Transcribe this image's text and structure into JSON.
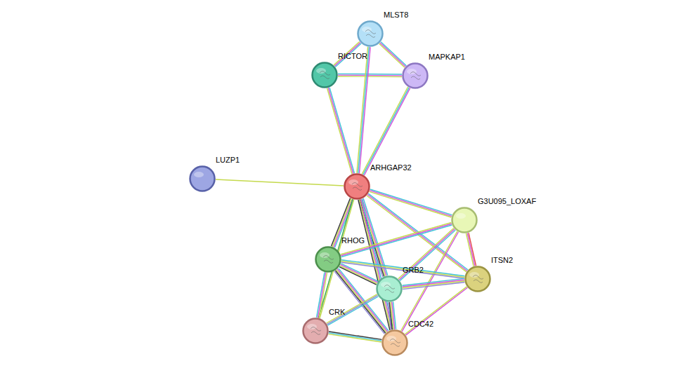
{
  "diagram": {
    "nodes": [
      {
        "text": [
          "MLST8"
        ]
      },
      {
        "text": [
          "RICTOR"
        ]
      },
      {
        "text": [
          "MAPKAP1"
        ]
      },
      {
        "text": [
          "LUZP1"
        ]
      },
      {
        "text": [
          "ARHGAP32"
        ]
      },
      {
        "text": [
          "G3U095_LOXAF"
        ]
      },
      {
        "text": [
          "RHOG"
        ]
      },
      {
        "text": [
          "ITSN2"
        ]
      },
      {
        "text": [
          "GRB2"
        ]
      },
      {
        "text": [
          "CRK"
        ]
      },
      {
        "text": [
          "CDC42"
        ]
      }
    ],
    "edges": [
      {
        "from": 0,
        "to": 1,
        "arrow": "none"
      },
      {
        "from": 0,
        "to": 2,
        "arrow": "none"
      },
      {
        "from": 1,
        "to": 2,
        "arrow": "none"
      },
      {
        "from": 1,
        "to": 4,
        "arrow": "none"
      },
      {
        "from": 0,
        "to": 4,
        "arrow": "none"
      },
      {
        "from": 2,
        "to": 4,
        "arrow": "none"
      },
      {
        "from": 3,
        "to": 4,
        "arrow": "none"
      },
      {
        "from": 4,
        "to": 5,
        "arrow": "none"
      },
      {
        "from": 4,
        "to": 6,
        "arrow": "none"
      },
      {
        "from": 4,
        "to": 8,
        "arrow": "none"
      },
      {
        "from": 4,
        "to": 7,
        "arrow": "none"
      },
      {
        "from": 4,
        "to": 10,
        "arrow": "none"
      },
      {
        "from": 4,
        "to": 9,
        "arrow": "none"
      },
      {
        "from": 5,
        "to": 6,
        "arrow": "none"
      },
      {
        "from": 5,
        "to": 8,
        "arrow": "none"
      },
      {
        "from": 5,
        "to": 7,
        "arrow": "none"
      },
      {
        "from": 5,
        "to": 10,
        "arrow": "none"
      },
      {
        "from": 6,
        "to": 8,
        "arrow": "none"
      },
      {
        "from": 6,
        "to": 7,
        "arrow": "none"
      },
      {
        "from": 6,
        "to": 9,
        "arrow": "none"
      },
      {
        "from": 6,
        "to": 10,
        "arrow": "none"
      },
      {
        "from": 8,
        "to": 7,
        "arrow": "none"
      },
      {
        "from": 8,
        "to": 9,
        "arrow": "none"
      },
      {
        "from": 8,
        "to": 10,
        "arrow": "none"
      },
      {
        "from": 9,
        "to": 10,
        "arrow": "none"
      },
      {
        "from": 7,
        "to": 10,
        "arrow": "none"
      }
    ]
  }
}
